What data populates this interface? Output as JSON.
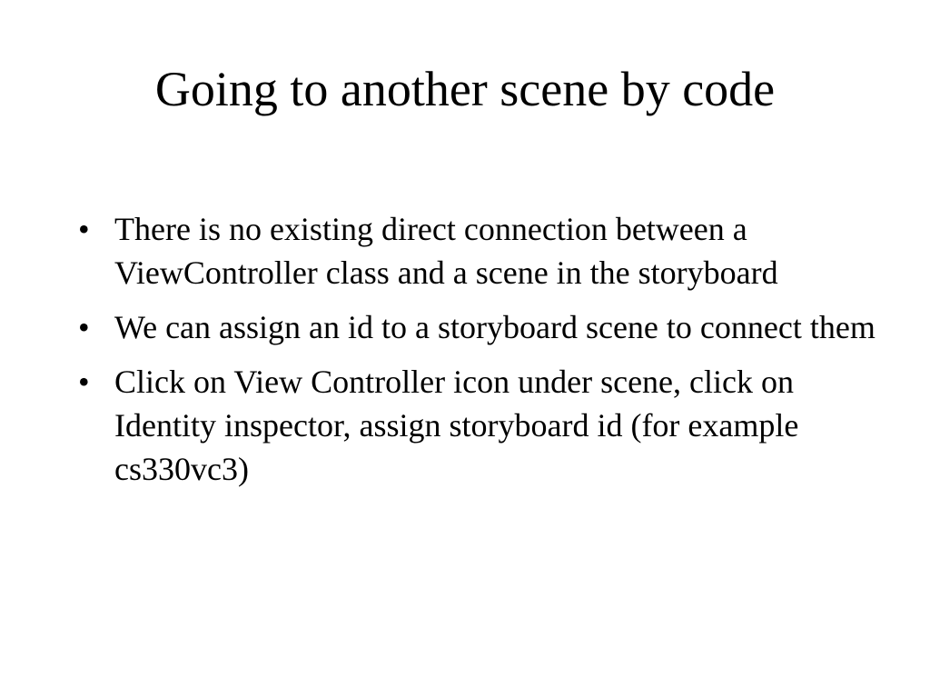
{
  "slide": {
    "title": "Going to another scene by code",
    "bullet_glyph": "•",
    "bullets": [
      {
        "text": "There is no existing direct connection between a ViewController class and a scene in the storyboard"
      },
      {
        "text": "We can assign an id to a storyboard scene to connect them"
      },
      {
        "text": "Click on View Controller icon under scene, click on Identity inspector, assign storyboard id (for example cs330vc3)"
      }
    ]
  }
}
